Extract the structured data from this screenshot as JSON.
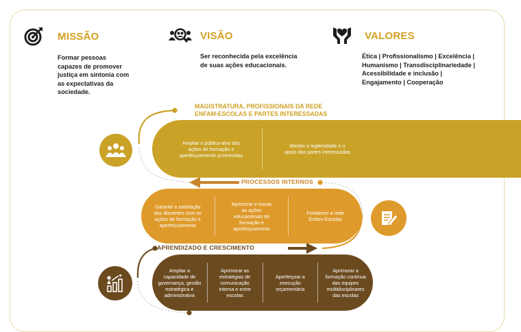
{
  "missao": {
    "title": "MISSÃO",
    "lines": [
      "Formar pessoas",
      "capazes de promover",
      "justiça em sintonia com",
      "as expectativas da",
      "sociedade."
    ]
  },
  "visao": {
    "title": "VISÃO",
    "lines": [
      "Ser reconhecida pela excelência",
      "de suas ações educacionais."
    ]
  },
  "valores": {
    "title": "VALORES",
    "lines": [
      "Ética | Profissionalismo | Excelência |",
      "Humanismo |  Transdisciplinariedade |",
      "Acessibilidade e inclusão |",
      "Engajamento | Cooperação"
    ]
  },
  "stakeholders": {
    "label_lines": [
      "MAGISTRATURA, PROFISSIONAIS DA REDE",
      "ENFAM-ESCOLAS E PARTES INTERESSADAS"
    ],
    "items": [
      [
        "Ampliar o público-alvo das",
        "ações de formação e",
        "aperfeiçoamento promovidas"
      ],
      [
        "Manter a legitimidade e o",
        "apoio das partes interessadas"
      ]
    ]
  },
  "processos": {
    "label": "PROCESSOS INTERNOS",
    "items": [
      [
        "Garantir a satisfação",
        "dos discentes com as",
        "ações de formação e",
        "aperfeiçoamento"
      ],
      [
        "Aprimorar e inovar",
        "as ações",
        "educacionais de",
        "formação e",
        "aperfeiçoamento"
      ],
      [
        "Fortalecer a rede",
        "Enfam-Escolas"
      ]
    ]
  },
  "aprendizado": {
    "label": "APRENDIZADO E CRESCIMENTO",
    "items": [
      [
        "Ampliar a",
        "capacidade de",
        "governança, gestão",
        "estratégica e",
        "administrativa"
      ],
      [
        "Aprimorar as",
        "estratégias de",
        "comunicação",
        "interna e entre",
        "escolas"
      ],
      [
        "Aperfeiçoar a",
        "execução",
        "orçamentária"
      ],
      [
        "Aprimorar a",
        "formação contínua",
        "das equipes",
        "multidisciplinares",
        "das escolas"
      ]
    ]
  },
  "colors": {
    "gold": "#d4a021",
    "band1": "#c9a227",
    "band2": "#de9a2a",
    "band3": "#6b4a1f",
    "arrow2": "#c9852a",
    "arrow3": "#6b4a1f",
    "dark": "#1d1d1b"
  },
  "icons": {
    "missao": "target-icon",
    "visao": "group-magnifier-icon",
    "valores": "hands-heart-icon",
    "stakeholders": "people-group-icon",
    "processos": "document-pencil-icon",
    "aprendizado": "growth-chart-icon"
  }
}
